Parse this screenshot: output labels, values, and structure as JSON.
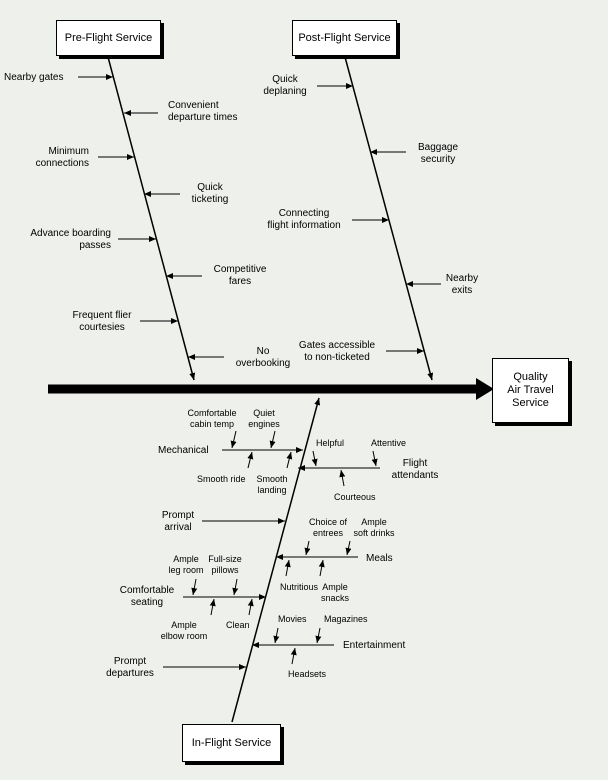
{
  "colors": {
    "background": "#eef0ec",
    "line": "#000000",
    "box": "#ffffff"
  },
  "boxes": {
    "pre_flight": "Pre-Flight Service",
    "post_flight": "Post-Flight Service",
    "in_flight": "In-Flight Service",
    "effect": "Quality\nAir Travel\nService"
  },
  "pre_flight": {
    "nearby_gates": "Nearby gates",
    "convenient_departure": "Convenient\ndeparture times",
    "minimum_connections": "Minimum\nconnections",
    "quick_ticketing": "Quick\nticketing",
    "advance_boarding": "Advance boarding\npasses",
    "competitive_fares": "Competitive\nfares",
    "frequent_flier": "Frequent flier\ncourtesies",
    "no_overbooking": "No\noverbooking"
  },
  "post_flight": {
    "quick_deplaning": "Quick\ndeplaning",
    "baggage_security": "Baggage\nsecurity",
    "connecting_info": "Connecting\nflight information",
    "nearby_exits": "Nearby\nexits",
    "gates_accessible": "Gates accessible\nto non-ticketed"
  },
  "in_flight": {
    "mechanical": "Mechanical",
    "comfortable_cabin_temp": "Comfortable\ncabin temp",
    "quiet_engines": "Quiet\nengines",
    "smooth_ride": "Smooth ride",
    "smooth_landing": "Smooth\nlanding",
    "flight_attendants": "Flight\nattendants",
    "helpful": "Helpful",
    "attentive": "Attentive",
    "courteous": "Courteous",
    "prompt_arrival": "Prompt\narrival",
    "meals": "Meals",
    "choice_of_entrees": "Choice of\nentrees",
    "ample_soft_drinks": "Ample\nsoft drinks",
    "nutritious": "Nutritious",
    "ample_snacks": "Ample\nsnacks",
    "comfortable_seating": "Comfortable\nseating",
    "ample_leg_room": "Ample\nleg room",
    "full_size_pillows": "Full-size\npillows",
    "ample_elbow_room": "Ample\nelbow room",
    "clean": "Clean",
    "entertainment": "Entertainment",
    "movies": "Movies",
    "magazines": "Magazines",
    "headsets": "Headsets",
    "prompt_departures": "Prompt\ndepartures"
  }
}
